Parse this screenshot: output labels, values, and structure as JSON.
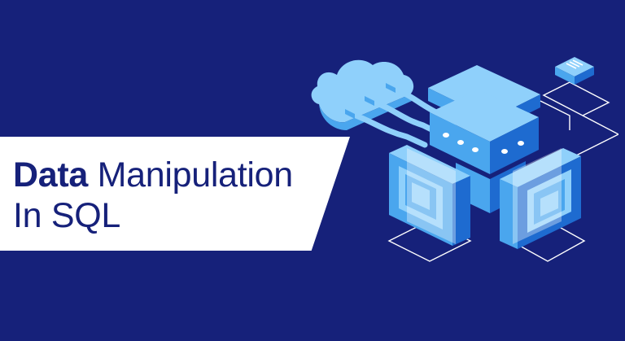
{
  "banner": {
    "title_bold": "Data",
    "title_rest": " Manipulation",
    "title_line2": "In SQL"
  },
  "illustration": {
    "icon": "database-server-cloud-icon"
  },
  "colors": {
    "background": "#16217a",
    "banner": "#ffffff",
    "title_text": "#16217a",
    "server_light": "#8fd0fb",
    "server_mid": "#4aa6ee",
    "server_dark": "#1e6bd0",
    "outline": "#ffffff"
  }
}
